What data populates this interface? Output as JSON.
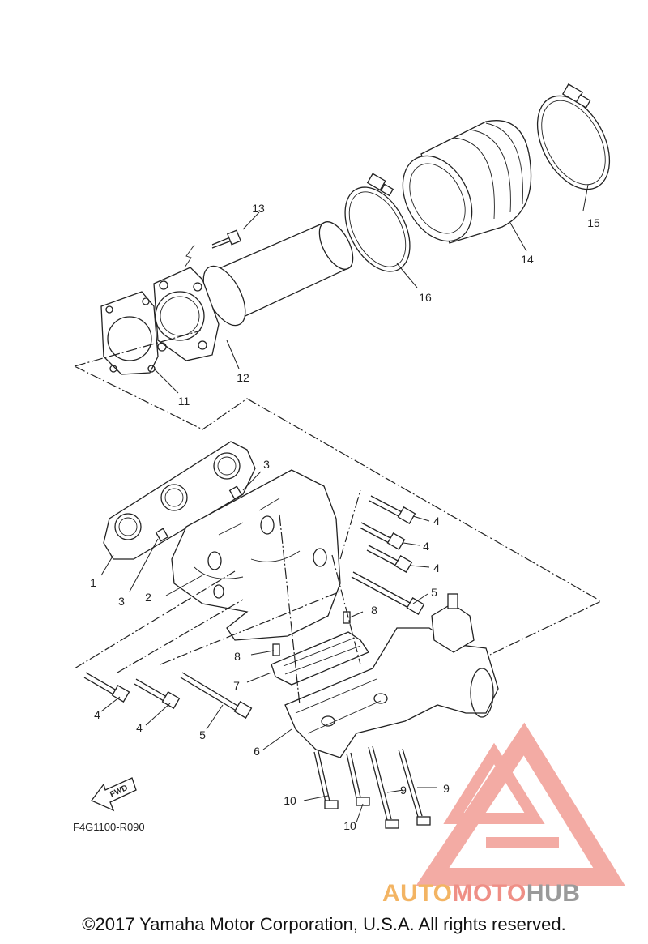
{
  "diagram": {
    "part_numbers": {
      "p1": "1",
      "p2": "2",
      "p3a": "3",
      "p3b": "3",
      "p4a": "4",
      "p4b": "4",
      "p4c": "4",
      "p4d": "4",
      "p4e": "4",
      "p5a": "5",
      "p5b": "5",
      "p6": "6",
      "p7": "7",
      "p8a": "8",
      "p8b": "8",
      "p9a": "9",
      "p9b": "9",
      "p10a": "10",
      "p10b": "10",
      "p11": "11",
      "p12": "12",
      "p13": "13",
      "p14": "14",
      "p15": "15",
      "p16": "16"
    },
    "fwd_label": "FWD",
    "diagram_code": "F4G1100-R090"
  },
  "watermark": {
    "brand_part1": "AUTO",
    "brand_part2": "MOTO",
    "brand_part3": "HUB",
    "colors": {
      "triangle": "#ef8f86",
      "auto": "#f3b463",
      "moto": "#ef8f86",
      "hub": "#9a9a9a"
    }
  },
  "footer": {
    "copyright": "©2017 Yamaha Motor Corporation, U.S.A. All rights reserved."
  }
}
